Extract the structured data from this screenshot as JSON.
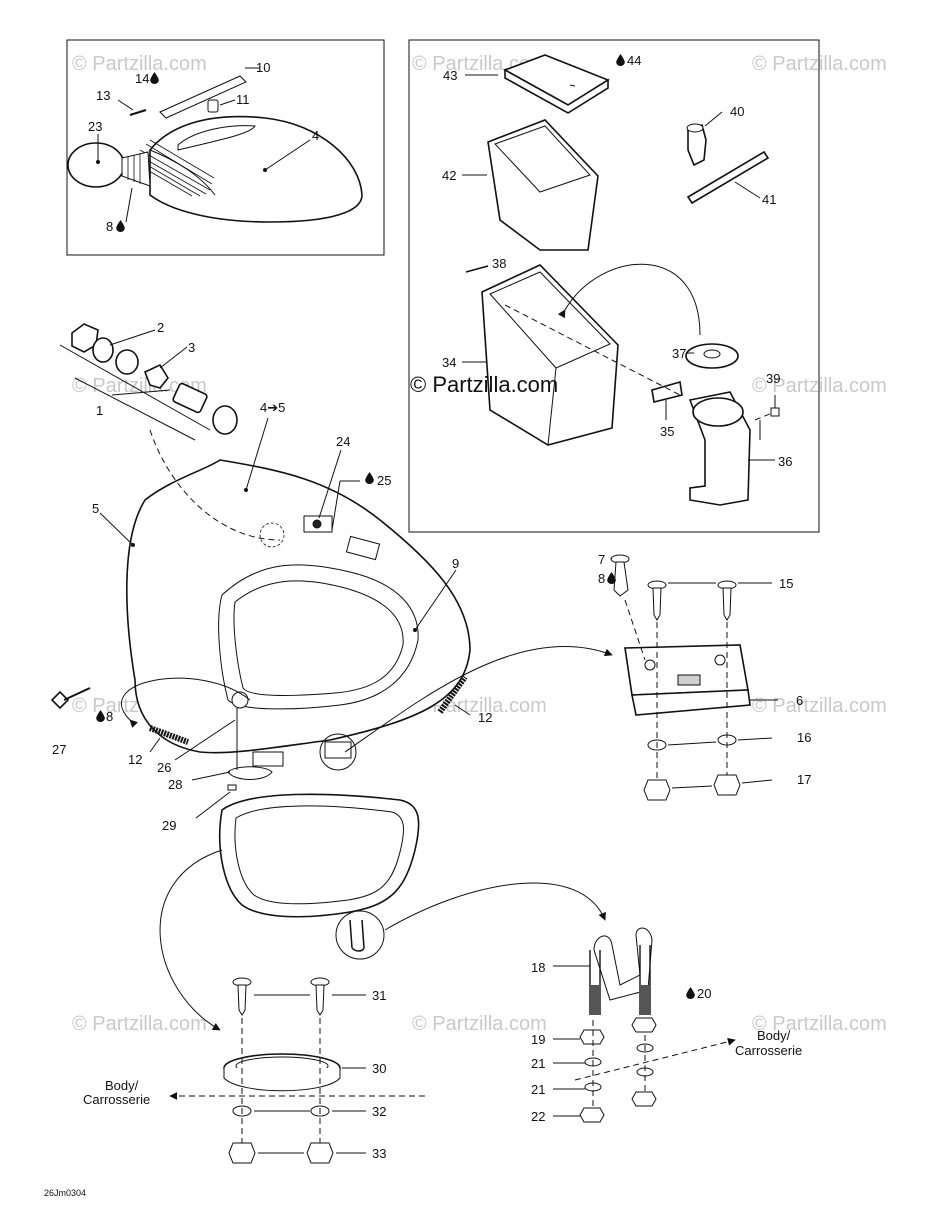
{
  "watermark": {
    "small": "© Partzilla.com",
    "center": "© Partzilla.com"
  },
  "callouts": {
    "c1": "1",
    "c2": "2",
    "c3": "3",
    "c4": "4",
    "c4to5": "4➔5",
    "c5": "5",
    "c6": "6",
    "c7": "7",
    "c8a": "8",
    "c8b": "8",
    "c8c": "8",
    "c9": "9",
    "c10": "10",
    "c11": "11",
    "c12a": "12",
    "c12b": "12",
    "c13": "13",
    "c14": "14",
    "c15": "15",
    "c16": "16",
    "c17": "17",
    "c18": "18",
    "c19": "19",
    "c20": "20",
    "c21a": "21",
    "c21b": "21",
    "c22": "22",
    "c23": "23",
    "c24": "24",
    "c25": "25",
    "c26": "26",
    "c27": "27",
    "c28": "28",
    "c29": "29",
    "c30": "30",
    "c31": "31",
    "c32": "32",
    "c33": "33",
    "c34": "34",
    "c35": "35",
    "c36": "36",
    "c37": "37",
    "c38": "38",
    "c39": "39",
    "c40": "40",
    "c41": "41",
    "c42": "42",
    "c43": "43",
    "c44": "44"
  },
  "body_labels": {
    "right_line1": "Body/",
    "right_line2": "Carrosserie",
    "left_line1": "Body/",
    "left_line2": "Carrosserie"
  },
  "diagram_code": "26Jm0304"
}
